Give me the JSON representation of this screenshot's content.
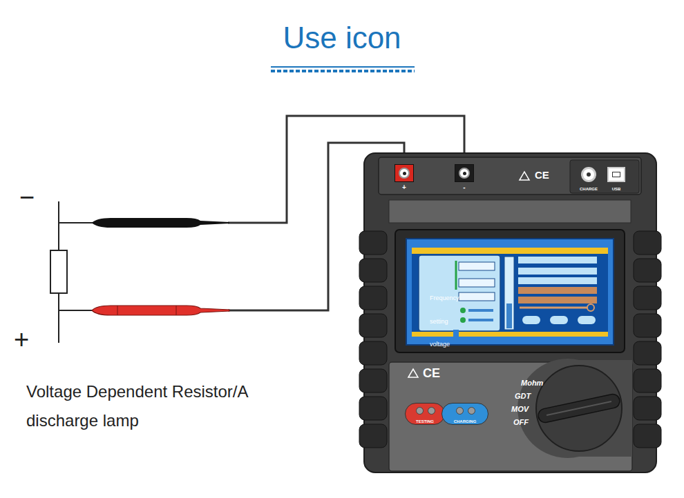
{
  "diagram": {
    "title": "Use icon",
    "nodes": [
      {
        "text": [
          "+"
        ]
      },
      {
        "text": [
          "-"
        ]
      },
      {
        "text": [
          "CHARGE"
        ]
      },
      {
        "text": [
          "USB"
        ]
      },
      {
        "text": [
          "TESTING"
        ]
      },
      {
        "text": [
          "CHARGING"
        ]
      }
    ],
    "labels": [
      "−",
      "+",
      "Voltage Dependent Resistor/A discharge lamp",
      "Frequency",
      "setting",
      "voltage",
      "CE",
      "CE",
      "Mohm",
      "GDT",
      "MOV",
      "OFF"
    ]
  }
}
